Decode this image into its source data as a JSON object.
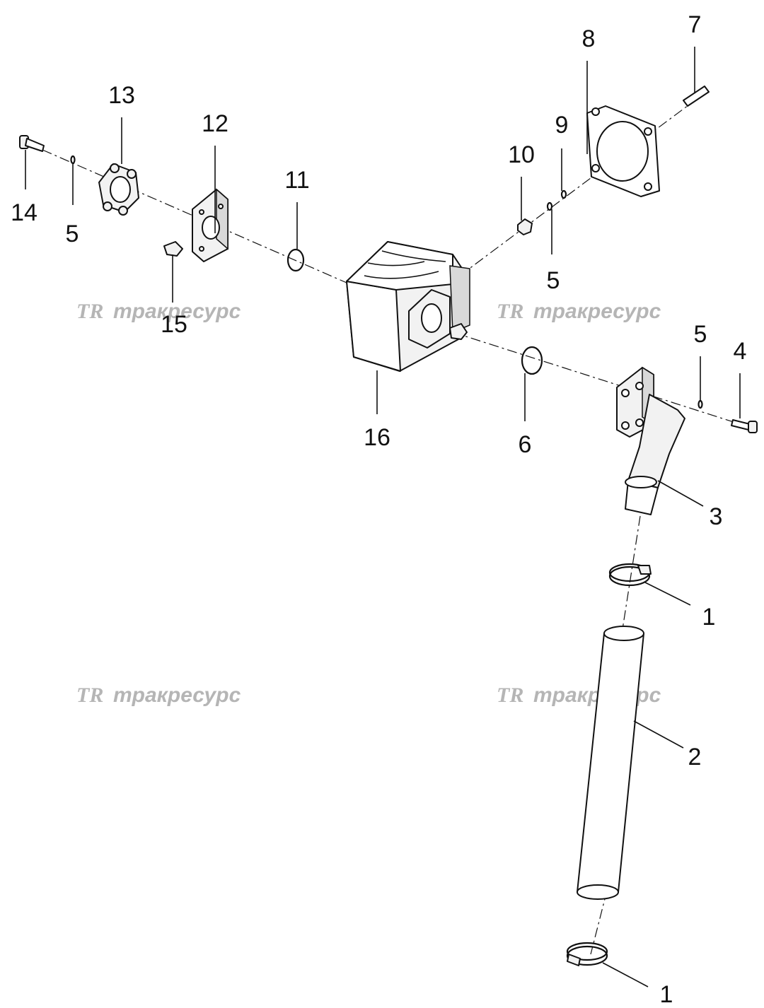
{
  "callouts": {
    "c1a": "1",
    "c1b": "1",
    "c2": "2",
    "c3": "3",
    "c4": "4",
    "c5a": "5",
    "c5b": "5",
    "c5c": "5",
    "c6": "6",
    "c7": "7",
    "c8": "8",
    "c9": "9",
    "c10": "10",
    "c11": "11",
    "c12": "12",
    "c13": "13",
    "c14": "14",
    "c15": "15",
    "c16": "16"
  },
  "watermark": {
    "logo": "TR",
    "text": "тракресурс"
  },
  "colors": {
    "line": "#111111",
    "watermark": "#b5b5b5",
    "background": "#ffffff"
  }
}
